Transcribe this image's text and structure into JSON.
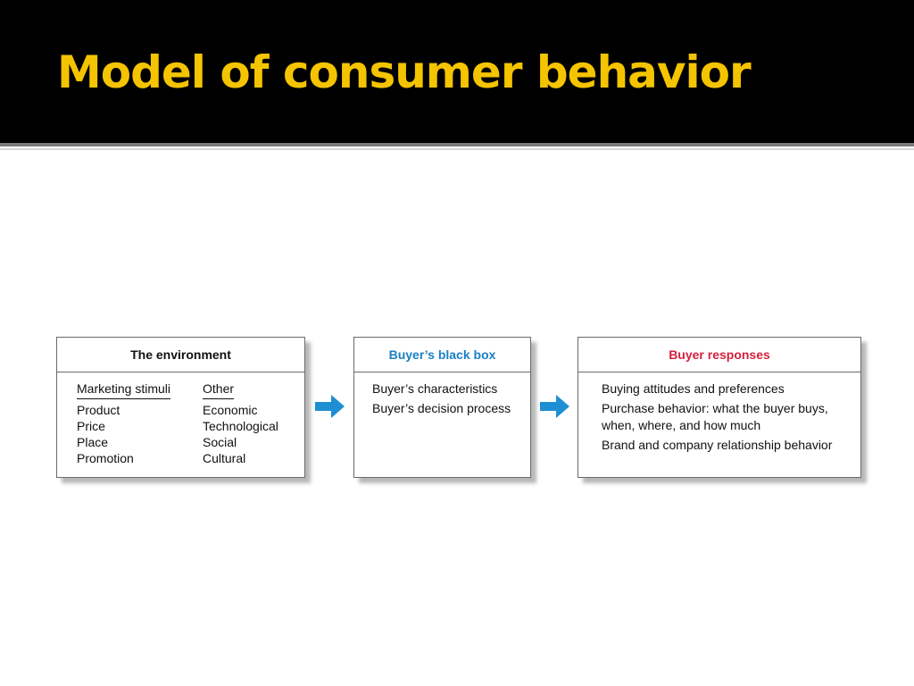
{
  "slide": {
    "title": "Model of consumer behavior"
  },
  "colors": {
    "title": "#f5c400",
    "black_box_header": "#1a7fc4",
    "responses_header": "#d4213d",
    "arrow": "#1f8fd3"
  },
  "environment": {
    "header": "The environment",
    "marketing": {
      "heading": "Marketing stimuli",
      "items": [
        "Product",
        "Price",
        "Place",
        "Promotion"
      ]
    },
    "other": {
      "heading": "Other",
      "items": [
        "Economic",
        "Technological",
        "Social",
        "Cultural"
      ]
    }
  },
  "black_box": {
    "header": "Buyer’s black box",
    "items": [
      "Buyer’s characteristics",
      "Buyer’s decision process"
    ]
  },
  "responses": {
    "header": "Buyer responses",
    "items": [
      "Buying attitudes and preferences",
      "Purchase behavior: what the buyer buys, when, where, and how much",
      "Brand and company relationship behavior"
    ]
  },
  "icons": [
    "arrow-right-icon",
    "arrow-right-icon"
  ]
}
